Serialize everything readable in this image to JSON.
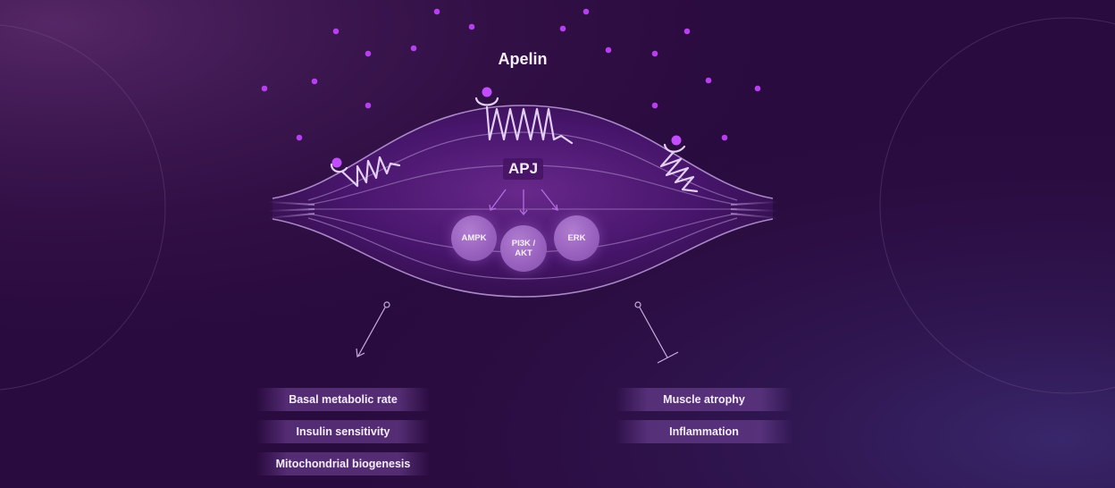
{
  "ligand": {
    "label": "Apelin"
  },
  "receptor": {
    "label": "APJ"
  },
  "pathways": [
    {
      "label": "AMPK"
    },
    {
      "label": "PI3K /\nAKT"
    },
    {
      "label": "ERK"
    }
  ],
  "effects_increased": {
    "items": [
      {
        "label": "Basal metabolic rate"
      },
      {
        "label": "Insulin sensitivity"
      },
      {
        "label": "Mitochondrial biogenesis"
      }
    ]
  },
  "effects_inhibited": {
    "items": [
      {
        "label": "Muscle atrophy"
      },
      {
        "label": "Inflammation"
      }
    ]
  },
  "colors": {
    "background": "#2a0b3f",
    "ligand_dot": "#c24dff",
    "node": "#9a62bf",
    "line": "#b99bd8"
  }
}
